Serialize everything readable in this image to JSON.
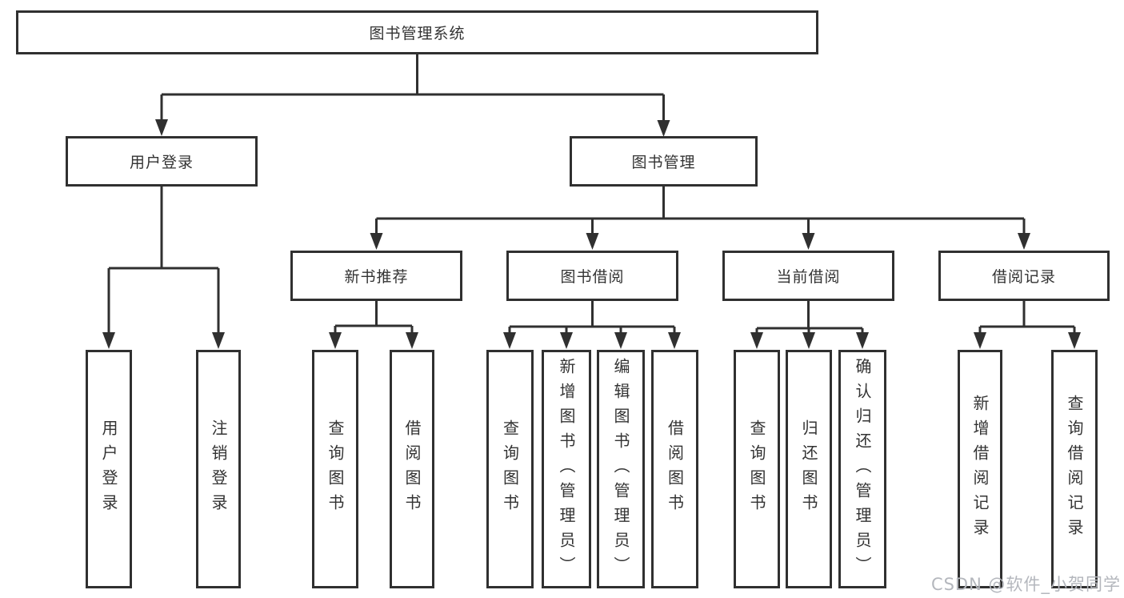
{
  "tree": {
    "root": {
      "label": "图书管理系统"
    },
    "branches": {
      "user_login": {
        "label": "用户登录",
        "children": [
          {
            "label": "用户登录"
          },
          {
            "label": "注销登录"
          }
        ]
      },
      "book_management": {
        "label": "图书管理",
        "sections": [
          {
            "label": "新书推荐",
            "children": [
              {
                "label": "查询图书"
              },
              {
                "label": "借阅图书"
              }
            ]
          },
          {
            "label": "图书借阅",
            "children": [
              {
                "label": "查询图书"
              },
              {
                "label": "新增图书（管理员）"
              },
              {
                "label": "编辑图书（管理员）"
              },
              {
                "label": "借阅图书"
              }
            ]
          },
          {
            "label": "当前借阅",
            "children": [
              {
                "label": "查询图书"
              },
              {
                "label": "归还图书"
              },
              {
                "label": "确认归还（管理员）"
              }
            ]
          },
          {
            "label": "借阅记录",
            "children": [
              {
                "label": "新增借阅记录"
              },
              {
                "label": "查询借阅记录"
              }
            ]
          }
        ]
      }
    }
  },
  "watermark": {
    "text": "CSDN @软件_小贺同学"
  },
  "colors": {
    "line": "#303030",
    "text": "#333333",
    "watermark": "#b4b7bd",
    "background": "#ffffff"
  }
}
